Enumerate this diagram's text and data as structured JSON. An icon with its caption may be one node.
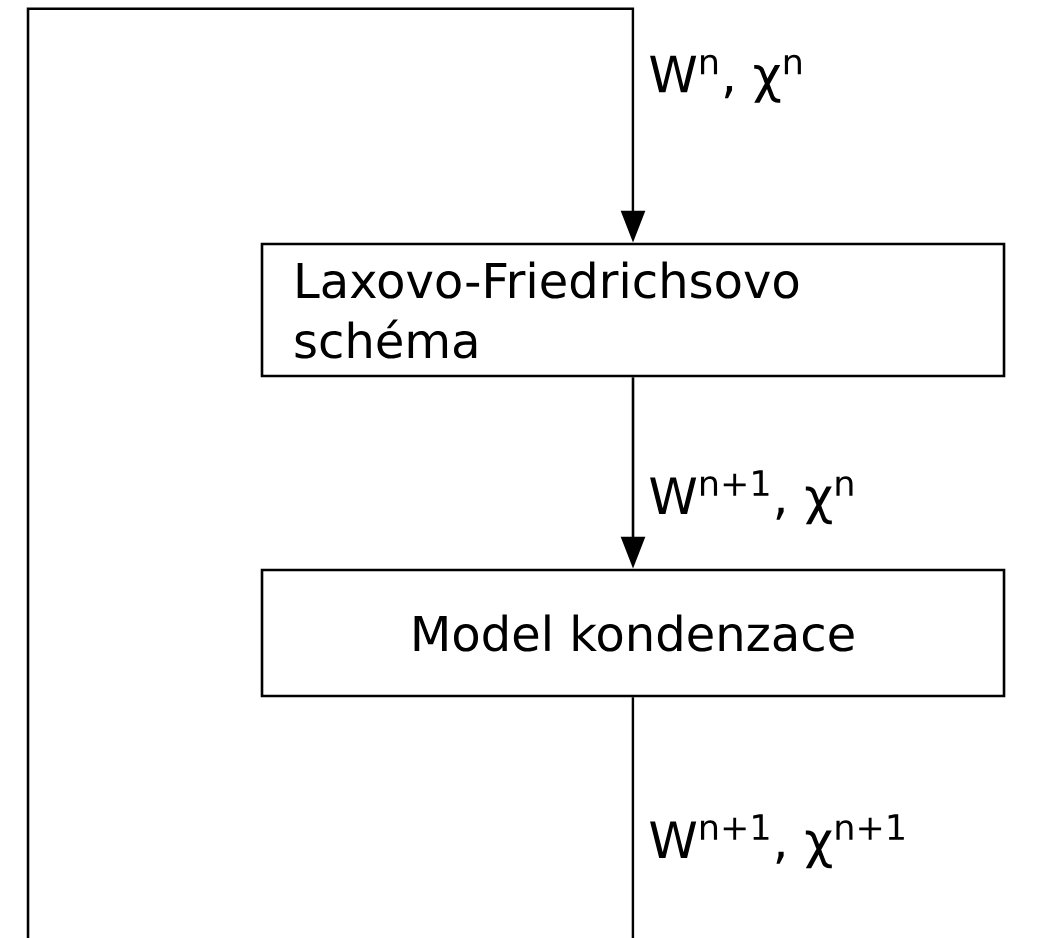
{
  "diagram": {
    "nodes": [
      {
        "text": [
          "Laxovo-Friedrichsovo schéma"
        ]
      },
      {
        "text": [
          "Model kondenzace"
        ]
      }
    ],
    "edges": [
      {
        "from": null,
        "to": 0,
        "arrow": "to",
        "label": "W$^{n}$, χ$^{n}$"
      },
      {
        "from": 0,
        "to": 1,
        "arrow": "to",
        "label": "W$^{n+1}$, χ$^{n}$"
      },
      {
        "from": 1,
        "to": null,
        "arrow": "none",
        "label": "W$^{n+1}$, χ$^{n+1}$"
      }
    ]
  }
}
